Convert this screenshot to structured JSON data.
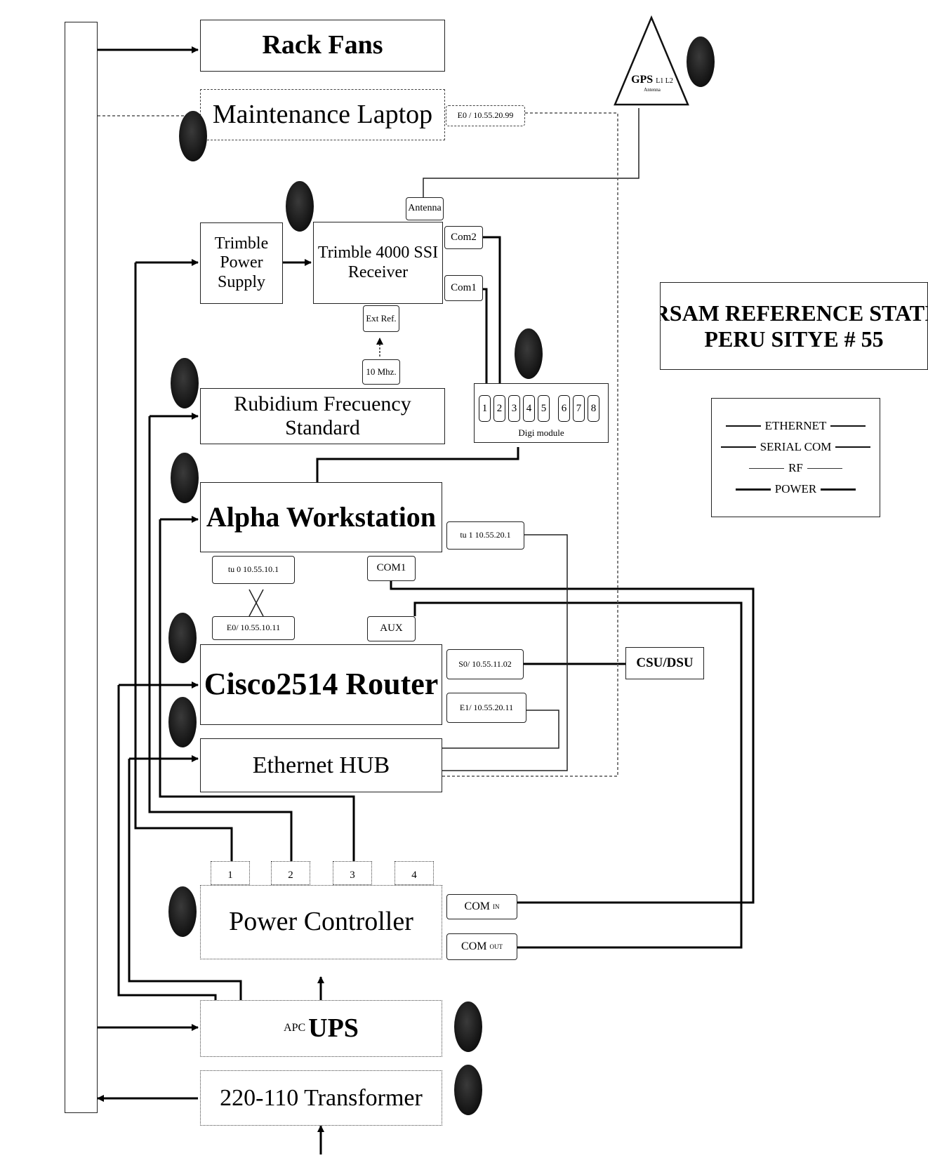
{
  "boxes": {
    "rack_fans": "Rack Fans",
    "maintenance_laptop": "Maintenance Laptop",
    "laptop_e0": "E0 / 10.55.20.99",
    "gps_label": "GPS",
    "gps_sub": "L1 L2",
    "gps_antenna": "Antenna",
    "antenna": "Antenna",
    "trimble_ps": "Trimble Power Supply",
    "trimble_rx": "Trimble 4000 SSI Receiver",
    "com2": "Com2",
    "com1": "Com1",
    "ext_ref": "Ext Ref.",
    "ten_mhz": "10 Mhz.",
    "rubidium": "Rubidium Frecuency Standard",
    "digi_label": "Digi module",
    "digi_ports": [
      "1",
      "2",
      "3",
      "4",
      "5",
      "6",
      "7",
      "8"
    ],
    "alpha": "Alpha  Workstation",
    "tu1": "tu 1  10.55.20.1",
    "tu0": "tu 0  10.55.10.1",
    "alpha_com1": "COM1",
    "e0_router": "E0/ 10.55.10.11",
    "aux": "AUX",
    "cisco": "Cisco2514  Router",
    "s0": "S0/ 10.55.11.02",
    "e1": "E1/ 10.55.20.11",
    "csu": "CSU/DSU",
    "hub": "Ethernet HUB",
    "pc_ports": [
      "1",
      "2",
      "3",
      "4"
    ],
    "power_controller": "Power Controller",
    "com_in": "COM",
    "com_in_sub": "IN",
    "com_out": "COM",
    "com_out_sub": "OUT",
    "ups_prefix": "APC",
    "ups": "UPS",
    "transformer": "220-110 Transformer"
  },
  "title_box": {
    "line1": "CARSAM REFERENCE STATION",
    "line2": "PERU SITYE # 55"
  },
  "legend": {
    "items": [
      "ETHERNET",
      "SERIAL COM",
      "RF",
      "POWER"
    ]
  }
}
